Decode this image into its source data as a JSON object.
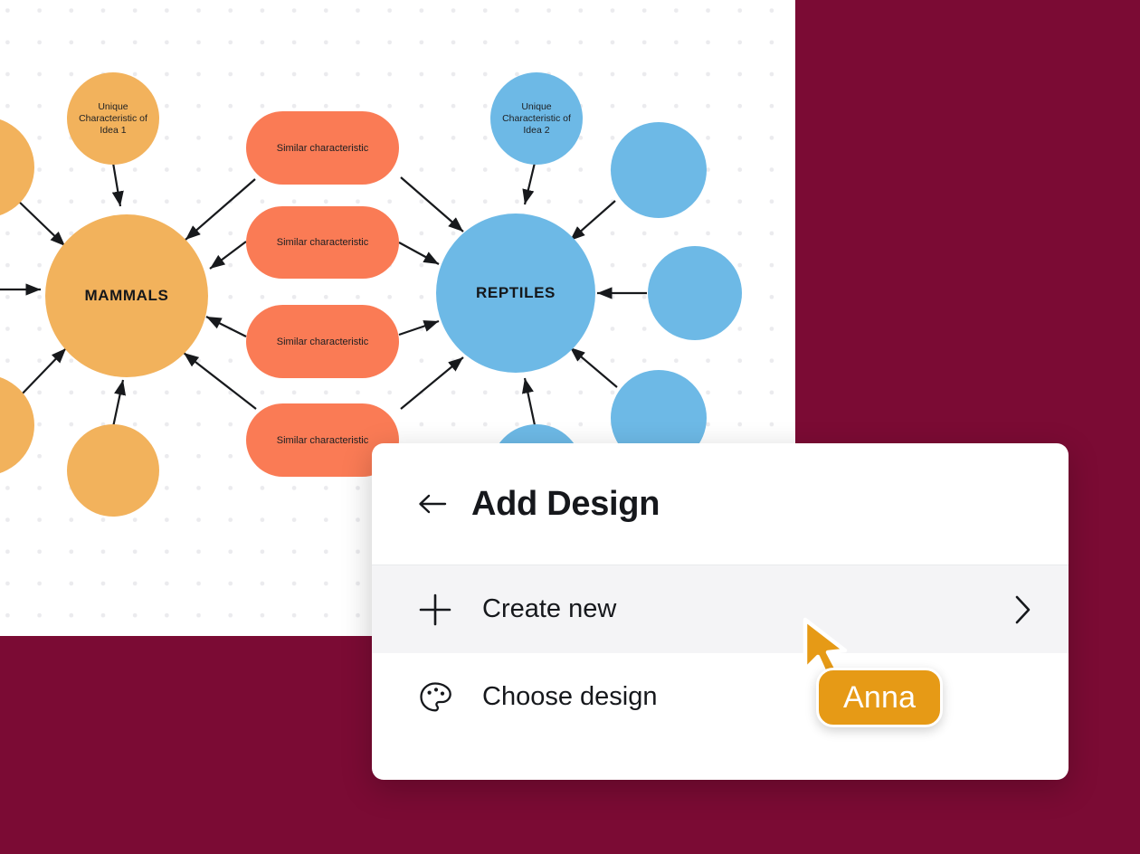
{
  "theme": {
    "background_color": "#7B0B34",
    "canvas_color": "#FFFFFF",
    "dot_color": "#EBEBEE",
    "orange_node_color": "#F2B25C",
    "blue_node_color": "#6DB9E6",
    "pill_color": "#FA7B55",
    "accent_color": "#E69A16",
    "row_highlight_color": "#F4F4F6",
    "text_color": "#16181C"
  },
  "mindmap": {
    "hubs": [
      {
        "label": "MAMMALS",
        "color": "#F2B25C"
      },
      {
        "label": "REPTILES",
        "color": "#6DB9E6"
      }
    ],
    "satellites": [
      {
        "label": "Unique\nCharacteristic of\nIdea 1",
        "color": "#F2B25C"
      },
      {
        "label": "Unique\nCharacteristic of\nIdea 2",
        "color": "#6DB9E6"
      },
      {
        "label": "",
        "color": "#F2B25C"
      },
      {
        "label": "",
        "color": "#F2B25C"
      },
      {
        "label": "",
        "color": "#F2B25C"
      },
      {
        "label": "",
        "color": "#6DB9E6"
      },
      {
        "label": "",
        "color": "#6DB9E6"
      },
      {
        "label": "",
        "color": "#6DB9E6"
      },
      {
        "label": "",
        "color": "#6DB9E6"
      }
    ],
    "shared_pills": [
      {
        "label": "Similar characteristic"
      },
      {
        "label": "Similar characteristic"
      },
      {
        "label": "Similar characteristic"
      },
      {
        "label": "Similar characteristic"
      }
    ]
  },
  "panel": {
    "title": "Add Design",
    "back_icon": "arrow-left-icon",
    "items": [
      {
        "label": "Create new",
        "icon": "plus-icon",
        "trailing_icon": "chevron-right-icon",
        "active": true
      },
      {
        "label": "Choose design",
        "icon": "palette-icon",
        "trailing_icon": "",
        "active": false
      }
    ]
  },
  "presence": {
    "name": "Anna",
    "cursor_icon": "pointer-cursor-icon",
    "badge_color": "#E69A16"
  }
}
